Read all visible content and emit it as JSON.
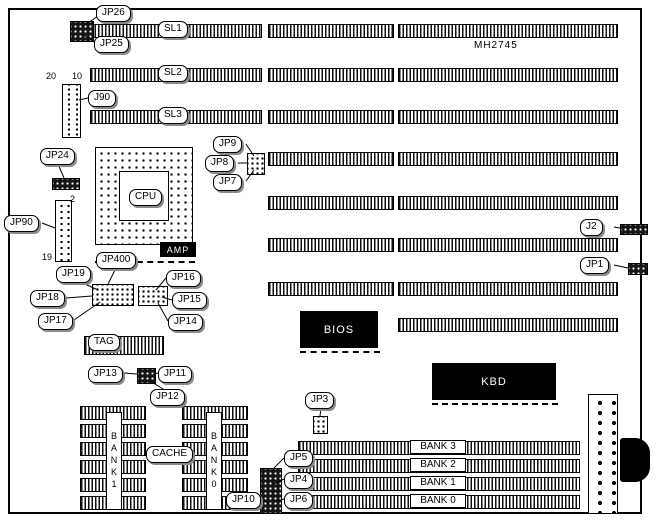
{
  "board": {
    "part_number": "MH2745"
  },
  "slots": {
    "sl1": "SL1",
    "sl2": "SL2",
    "sl3": "SL3"
  },
  "jumpers": {
    "jp26": "JP26",
    "jp25": "JP25",
    "j90": "J90",
    "jp24": "JP24",
    "jp90": "JP90",
    "jp400": "JP400",
    "jp19": "JP19",
    "jp18": "JP18",
    "jp17": "JP17",
    "jp16": "JP16",
    "jp15": "JP15",
    "jp14": "JP14",
    "jp9": "JP9",
    "jp8": "JP8",
    "jp7": "JP7",
    "j2": "J2",
    "jp1": "JP1",
    "jp3": "JP3",
    "jp13": "JP13",
    "jp11": "JP11",
    "jp12": "JP12",
    "jp5": "JP5",
    "jp4": "JP4",
    "jp10": "JP10",
    "jp6": "JP6"
  },
  "chips": {
    "cpu": "CPU",
    "amp": "AMP",
    "bios": "BIOS",
    "kbd": "KBD",
    "tag": "TAG",
    "cache": "CACHE"
  },
  "memory_banks": {
    "bank3": "BANK 3",
    "bank2": "BANK 2",
    "bank1": "BANK 1",
    "bank0": "BANK 0"
  },
  "cache_banks": {
    "bank1": "BANK1",
    "bank0": "BANK0"
  },
  "pin_numbers": {
    "n20": "20",
    "n10": "10",
    "n2": "2",
    "n19": "19"
  }
}
